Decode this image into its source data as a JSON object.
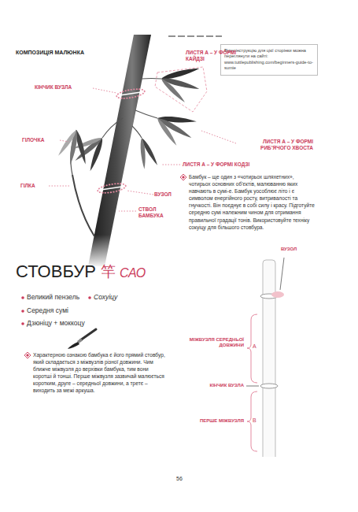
{
  "diagram": {
    "title": "КОМПОЗИЦІЯ МАЛЮНКА",
    "nodes": [
      {
        "text": [
          "Відеоінструкцію для цієї сторінки можна переглянути на сайті: www.tuttlepublishing.com/beginners-guide-to-sumie"
        ]
      }
    ],
    "labels": [
      "КІНЧИК ВУЗЛА",
      "ЛИСТЯ А – У ФОРМІ КАЙДЗІ",
      "ЛИСТЯ А – У ФОРМІ РИБ’ЯЧОГО ХВОСТА",
      "ЛИСТЯ А – У ФОРМІ КОДЗІ",
      "ГІЛОЧКА",
      "ГІЛКА",
      "ВУЗОЛ",
      "СТВОЛ БАМБУКА",
      "Бамбук – ще один з «чотирьох шляхетних», чотирьох основних об’єктів, малюванню яких навчають в сумі-е. Бамбук уособлює літо і є символом енергійного росту, витривалості та гнучкості. Він поєднує в собі силу і красу. Підготуйте середню сумі належним чином для отримання правильної градації тонів. Використовуйте техніку сокуіцу для більшого стовбура.",
      "СТОВБУР",
      "竿",
      "САО",
      "Великий пензель",
      "Сохуіцу",
      "Середня сумі",
      "Дзюніцу + моккоцу",
      "Характерною ознакою бамбука є його прямий стовбур, який складається з міжвузлів різної довжини. Чим ближче міжвузля до верхівки бамбука, тим вони коротші й тонші. Перше міжвузля зазвичай малюється коротким, друге – середньої довжини, а третє – виходить за межі аркуша.",
      "ВУЗОЛ",
      "МІЖВУЗЛЯ СЕРЕДНЬОЇ ДОВЖИНИ",
      "А",
      "КІНЧИК ВУЗЛА",
      "ПЕРШЕ МІЖВУЗЛЯ",
      "В",
      "56"
    ]
  }
}
